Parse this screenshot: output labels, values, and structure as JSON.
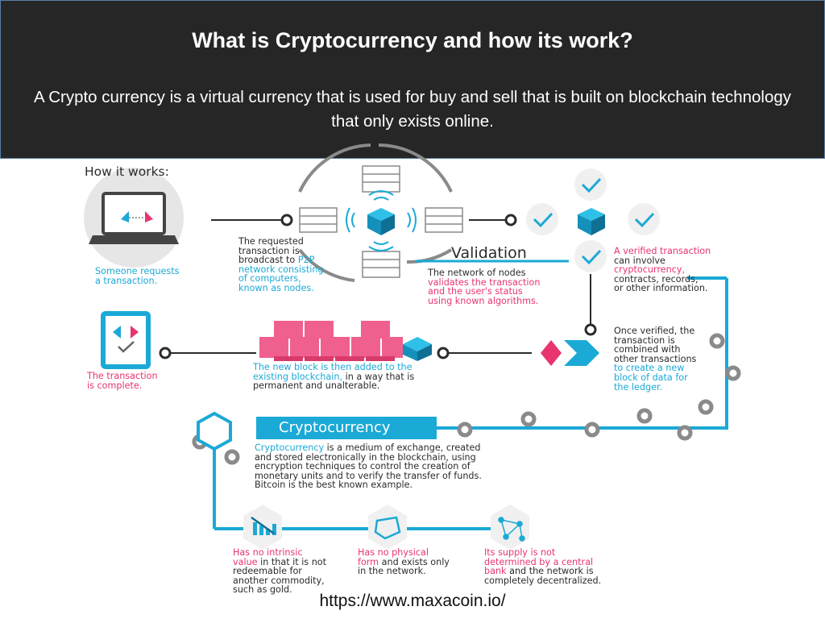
{
  "header": {
    "title": "What is Cryptocurrency and how its work?",
    "subtitle": "A Crypto currency is a virtual currency that is used for buy and sell that is built on blockchain technology  that only exists online."
  },
  "diagram": {
    "heading": "How it works:",
    "step_request": {
      "lines": [
        "Someone requests",
        "a transaction."
      ]
    },
    "step_broadcast": {
      "lines": [
        "The requested",
        "transaction is",
        "broadcast to ",
        "network consisting",
        "of computers,",
        "known as nodes."
      ],
      "highlight": "P2P"
    },
    "validation_title": "Validation",
    "step_validation": {
      "line1": "The network of nodes",
      "line2": "validates the transaction",
      "line3": "and the user's status",
      "line4": "using known algorithms."
    },
    "step_verified": {
      "line1": "A verified transaction",
      "line2": "can involve",
      "line3": "cryptocurrency,",
      "line4": "contracts, records,",
      "line5": "or other information."
    },
    "step_combined": {
      "line1": "Once verified, the",
      "line2": "transaction is",
      "line3": "combined with",
      "line4": "other transactions",
      "line5": "to create a new",
      "line6": "block of data for",
      "line7": "the ledger."
    },
    "step_block": {
      "line1": "The new block is then added to the",
      "line2a": "existing blockchain,",
      "line2b": " in a way that is",
      "line3": "permanent and unalterable."
    },
    "step_complete": {
      "lines": [
        "The transaction",
        "is complete."
      ]
    },
    "crypto_title": "Cryptocurrency",
    "crypto_desc": {
      "word": "Cryptocurrency",
      "rest1": " is a medium of exchange, created",
      "line2": "and stored electronically in the blockchain, using",
      "line3": "encryption techniques to control the creation of",
      "line4": "monetary units and to verify the transfer of funds.",
      "line5": "Bitcoin is the best known example."
    },
    "feature_intrinsic": {
      "line1": "Has no intrinsic",
      "line2a": "value",
      "line2b": " in that it is not",
      "line3": "redeemable for",
      "line4": "another commodity,",
      "line5": "such as gold."
    },
    "feature_physical": {
      "line1": "Has no physical",
      "line2a": "form",
      "line2b": " and exists only",
      "line3": "in the network."
    },
    "feature_central": {
      "line1": "Its supply is not",
      "line2": "determined by a central",
      "line3a": "bank",
      "line3b": " and the network is",
      "line4": "completely decentralized."
    }
  },
  "footer": {
    "url": "https://www.maxacoin.io/"
  },
  "colors": {
    "blue": "#1ba9d6",
    "pink": "#e8356e",
    "grey": "#8a8a8a",
    "dark": "#262626"
  }
}
